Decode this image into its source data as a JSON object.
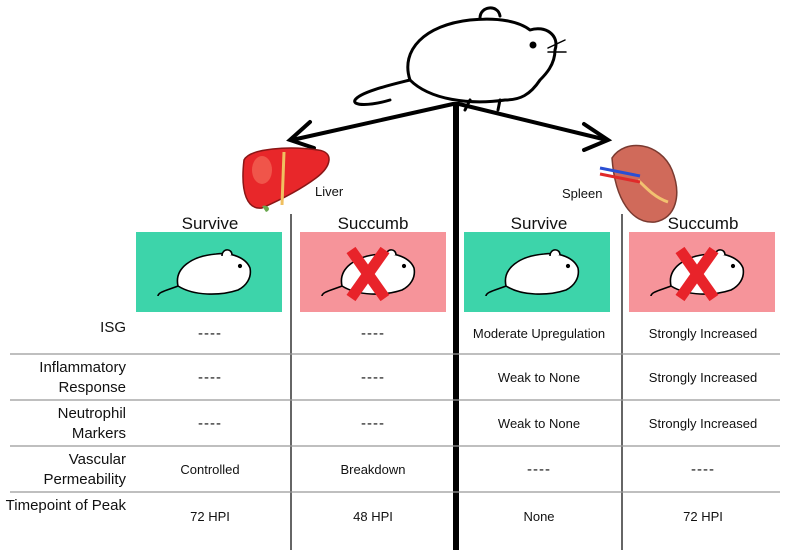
{
  "organs": {
    "left": "Liver",
    "right": "Spleen"
  },
  "columns": [
    "Survive",
    "Succumb",
    "Survive",
    "Succumb"
  ],
  "outcomes": [
    {
      "status": "survive",
      "color": "#3dd4aa"
    },
    {
      "status": "succumb",
      "color": "#f6949a"
    },
    {
      "status": "survive",
      "color": "#3dd4aa"
    },
    {
      "status": "succumb",
      "color": "#f6949a"
    }
  ],
  "rows": [
    {
      "label": "ISG",
      "cells": [
        "----",
        "----",
        "Moderate Upregulation",
        "Strongly Increased"
      ]
    },
    {
      "label": "Inflammatory Response",
      "cells": [
        "----",
        "----",
        "Weak to None",
        "Strongly Increased"
      ]
    },
    {
      "label": "Neutrophil Markers",
      "cells": [
        "----",
        "----",
        "Weak to None",
        "Strongly Increased"
      ]
    },
    {
      "label": "Vascular Permeability",
      "cells": [
        "Controlled",
        "Breakdown",
        "----",
        "----"
      ]
    },
    {
      "label": "Timepoint of Peak",
      "cells": [
        "72 HPI",
        "48 HPI",
        "None",
        "72 HPI"
      ]
    }
  ],
  "colors": {
    "survive": "#3dd4aa",
    "succumb": "#f6949a",
    "x_mark": "#e8232a",
    "liver": "#e8272a",
    "spleen": "#d06a5a"
  }
}
